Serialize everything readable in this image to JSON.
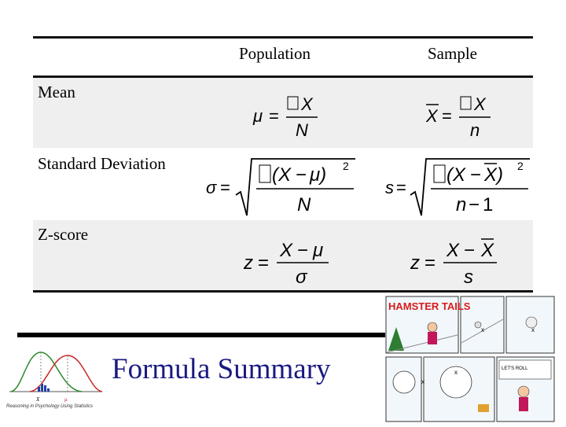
{
  "table": {
    "columns": {
      "population": "Population",
      "sample": "Sample"
    },
    "rows": [
      {
        "label": "Mean",
        "population": {
          "lhs": "μ",
          "num": "X",
          "den": "N"
        },
        "sample": {
          "lhs": "X",
          "num": "X",
          "den": "n"
        }
      },
      {
        "label": "Standard Deviation",
        "population": {
          "lhs": "σ",
          "num_left": "(X",
          "num_mid": "μ)",
          "power": "2",
          "den": "N"
        },
        "sample": {
          "lhs": "s",
          "num_left": "(X",
          "num_mid": "X)",
          "power": "2",
          "den": "n",
          "den_extra": "1"
        }
      },
      {
        "label": "Z-score",
        "population": {
          "lhs": "z",
          "num_left": "X",
          "num_right": "μ",
          "den": "σ"
        },
        "sample": {
          "lhs": "z",
          "num_left": "X",
          "num_right": "X",
          "den": "s"
        }
      }
    ],
    "colors": {
      "shade": "#efefef",
      "rule": "#111111"
    }
  },
  "footer": {
    "title": "Formula Summary",
    "caption": "Reasoning in Psychology Using Statistics",
    "logo_labels": {
      "left": "X",
      "right": "μ"
    },
    "title_color": "#1a1a80"
  },
  "comic": {
    "title": "HAMSTER TAILS",
    "marks": [
      "x",
      "x",
      "x",
      "x"
    ],
    "speech": "LET'S ROLL"
  }
}
